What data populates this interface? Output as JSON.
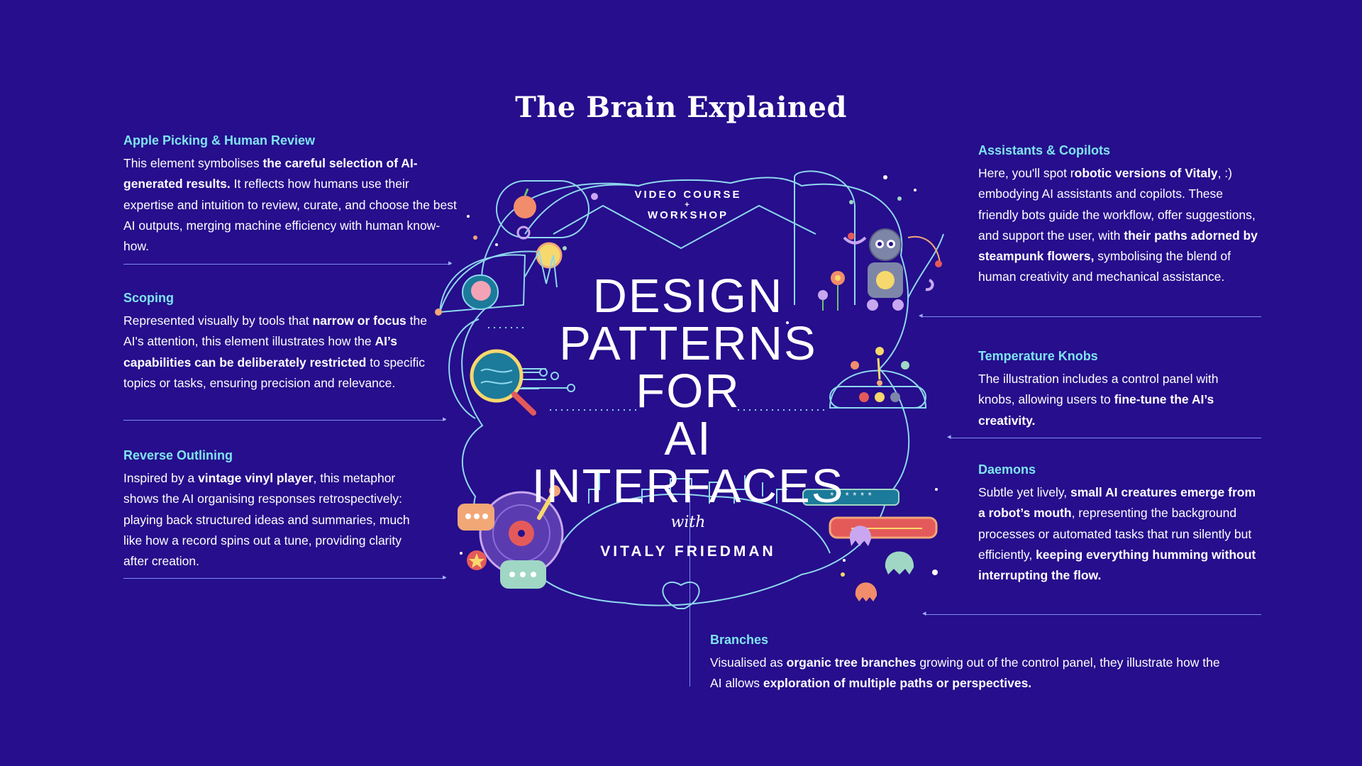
{
  "title": "The Brain Explained",
  "blocks": {
    "apple": {
      "heading": "Apple Picking & Human Review",
      "segments": [
        {
          "t": "This element symbolises ",
          "b": false
        },
        {
          "t": "the careful selection of AI-generated results.",
          "b": true
        },
        {
          "t": " It reflects how humans use their expertise and intuition to review, curate, and choose the best AI outputs, merging machine efficiency with human know-how.",
          "b": false
        }
      ]
    },
    "scoping": {
      "heading": "Scoping",
      "segments": [
        {
          "t": "Represented visually by tools that ",
          "b": false
        },
        {
          "t": "narrow or focus",
          "b": true
        },
        {
          "t": " the AI's attention, this element illustrates how the ",
          "b": false
        },
        {
          "t": "AI’s capabilities can be deliberately restricted",
          "b": true
        },
        {
          "t": " to specific topics or tasks, ensuring precision and relevance.",
          "b": false
        }
      ]
    },
    "reverse": {
      "heading": "Reverse Outlining",
      "segments": [
        {
          "t": "Inspired by a ",
          "b": false
        },
        {
          "t": "vintage vinyl player",
          "b": true
        },
        {
          "t": ", this metaphor shows the AI organising responses retrospectively: playing back structured ideas and summaries, much like how a record spins out a tune, providing clarity after creation.",
          "b": false
        }
      ]
    },
    "assistants": {
      "heading": "Assistants & Copilots",
      "segments": [
        {
          "t": "Here, you'll spot r",
          "b": false
        },
        {
          "t": "obotic versions of Vitaly",
          "b": true
        },
        {
          "t": ", :) embodying AI assistants and copilots. These friendly bots guide the workflow, offer suggestions, and support the user, with ",
          "b": false
        },
        {
          "t": "their paths adorned by steampunk flowers,",
          "b": true
        },
        {
          "t": " symbolising the blend of human creativity and mechanical assistance.",
          "b": false
        }
      ]
    },
    "temperature": {
      "heading": "Temperature Knobs",
      "segments": [
        {
          "t": "The illustration includes a control panel with knobs, allowing users to ",
          "b": false
        },
        {
          "t": "fine-tune the AI’s creativity.",
          "b": true
        }
      ]
    },
    "daemons": {
      "heading": "Daemons",
      "segments": [
        {
          "t": "Subtle yet lively, ",
          "b": false
        },
        {
          "t": "small AI creatures emerge from a robot’s mouth",
          "b": true
        },
        {
          "t": ", representing the background processes or automated tasks that run silently but efficiently, ",
          "b": false
        },
        {
          "t": "keeping everything humming without interrupting the flow.",
          "b": true
        }
      ]
    },
    "branches": {
      "heading": "Branches",
      "segments": [
        {
          "t": "Visualised as ",
          "b": false
        },
        {
          "t": "organic tree branches",
          "b": true
        },
        {
          "t": " growing out of the control panel, they illustrate how the AI allows ",
          "b": false
        },
        {
          "t": "exploration of multiple paths or perspectives.",
          "b": true
        }
      ]
    }
  },
  "hero": {
    "course_line1": "VIDEO COURSE",
    "course_plus": "+",
    "course_line2": "WORKSHOP",
    "title_line1": "DESIGN",
    "title_line2": "PATTERNS",
    "title_line3": "FOR",
    "title_line4": "AI INTERFACES",
    "with": "with",
    "author": "VITALY FRIEDMAN",
    "stars": "* * * * * *"
  },
  "colors": {
    "background": "#260e8c",
    "heading": "#7fe3f0",
    "line": "#8fd8ee",
    "accent_orange": "#f2a777",
    "accent_red": "#e45a5a",
    "accent_yellow": "#f7d86c",
    "accent_lilac": "#c9a7f0"
  }
}
